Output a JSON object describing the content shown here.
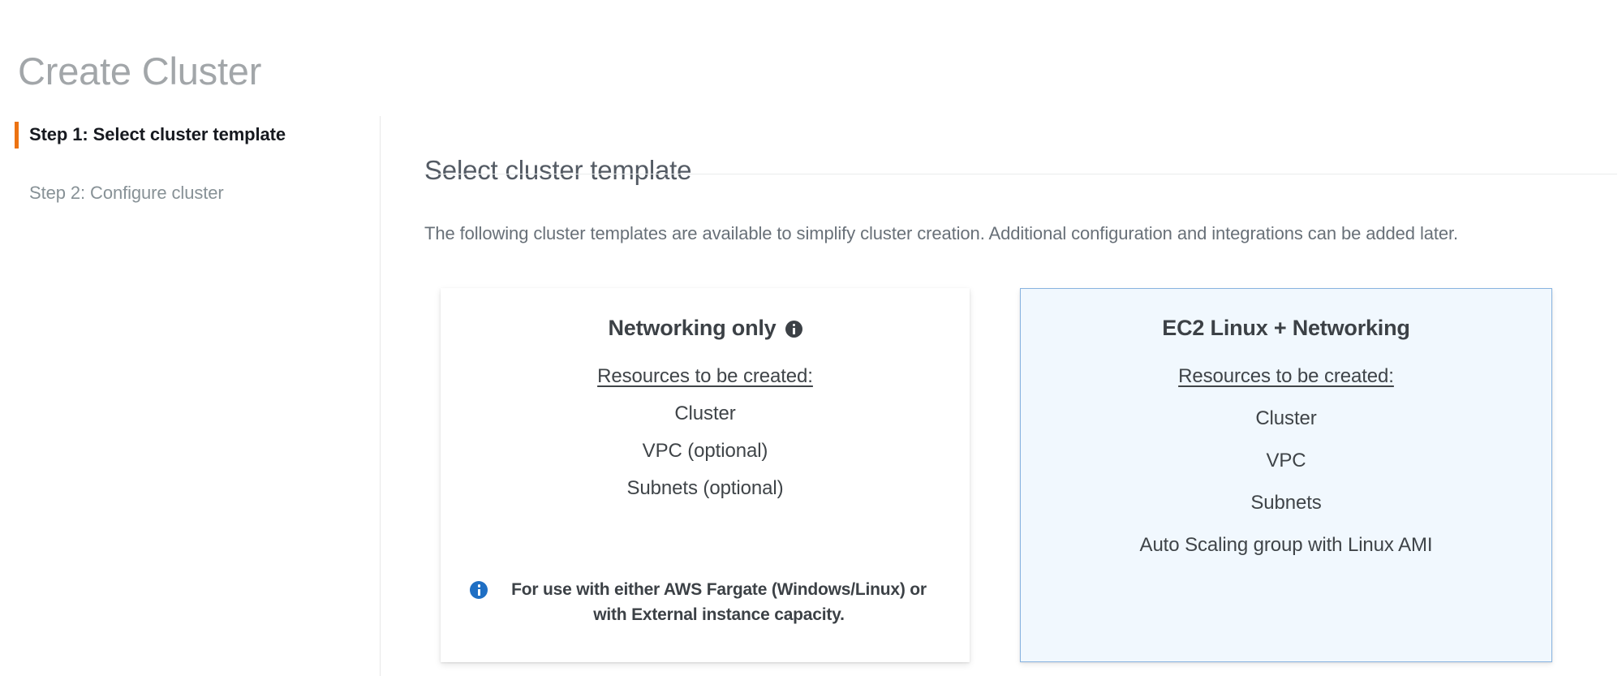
{
  "page": {
    "title": "Create Cluster"
  },
  "sidebar": {
    "steps": [
      {
        "label": "Step 1: Select cluster template",
        "active": true,
        "marker_color": "#ec7211"
      },
      {
        "label": "Step 2: Configure cluster",
        "active": false
      }
    ]
  },
  "main": {
    "heading": "Select cluster template",
    "description": "The following cluster templates are available to simplify cluster creation. Additional configuration and integrations can be added later.",
    "resources_label": "Resources to be created:",
    "cards": [
      {
        "id": "networking-only",
        "title": "Networking only",
        "has_info_icon": true,
        "info_icon_name": "info-icon",
        "selected": false,
        "resources_label": "Resources to be created:",
        "resources": [
          "Cluster",
          "VPC (optional)",
          "Subnets (optional)"
        ],
        "footnote": "For use with either AWS Fargate (Windows/Linux) or with External instance capacity.",
        "footnote_icon_name": "info-icon-blue",
        "footnote_icon_color": "#1f6fc4",
        "background": "#ffffff"
      },
      {
        "id": "ec2-linux-networking",
        "title": "EC2 Linux + Networking",
        "has_info_icon": false,
        "selected": true,
        "resources_label": "Resources to be created:",
        "resources": [
          "Cluster",
          "VPC",
          "Subnets",
          "Auto Scaling group with Linux AMI"
        ],
        "footnote": "",
        "background": "#f1f8fe",
        "border_color": "#88b3e0"
      }
    ]
  },
  "colors": {
    "accent_orange": "#ec7211",
    "selected_card_bg": "#f1f8fe",
    "selected_card_border": "#88b3e0",
    "info_blue": "#1f6fc4",
    "title_gray": "#a2a6a9",
    "heading_gray": "#545b64",
    "body_gray": "#687078"
  }
}
